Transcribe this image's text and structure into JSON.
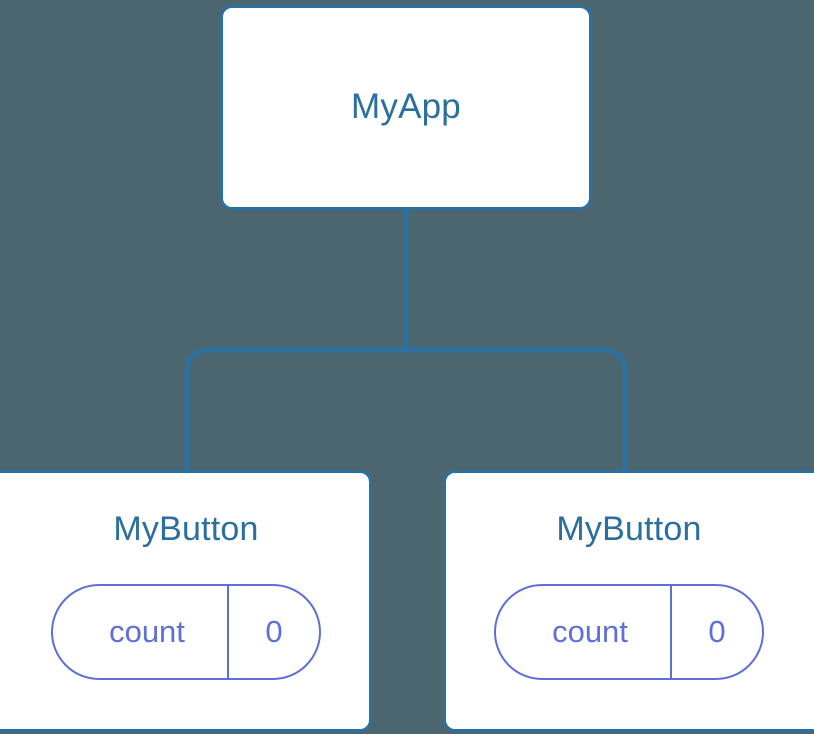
{
  "theme": {
    "background": "#4c6670",
    "node_fill": "#ffffff",
    "node_border": "#2b709f",
    "node_title_color": "#2b6f9e",
    "edge_color": "#2b709f",
    "state_accent": "#5f6fd8"
  },
  "diagram": {
    "type": "component-tree",
    "root": {
      "label": "MyApp",
      "state": []
    },
    "children": [
      {
        "label": "MyButton",
        "state": [
          {
            "key": "count",
            "value": "0"
          }
        ]
      },
      {
        "label": "MyButton",
        "state": [
          {
            "key": "count",
            "value": "0"
          }
        ]
      }
    ],
    "edges": [
      {
        "from": "MyApp",
        "to": "MyButton-1"
      },
      {
        "from": "MyApp",
        "to": "MyButton-2"
      }
    ]
  }
}
